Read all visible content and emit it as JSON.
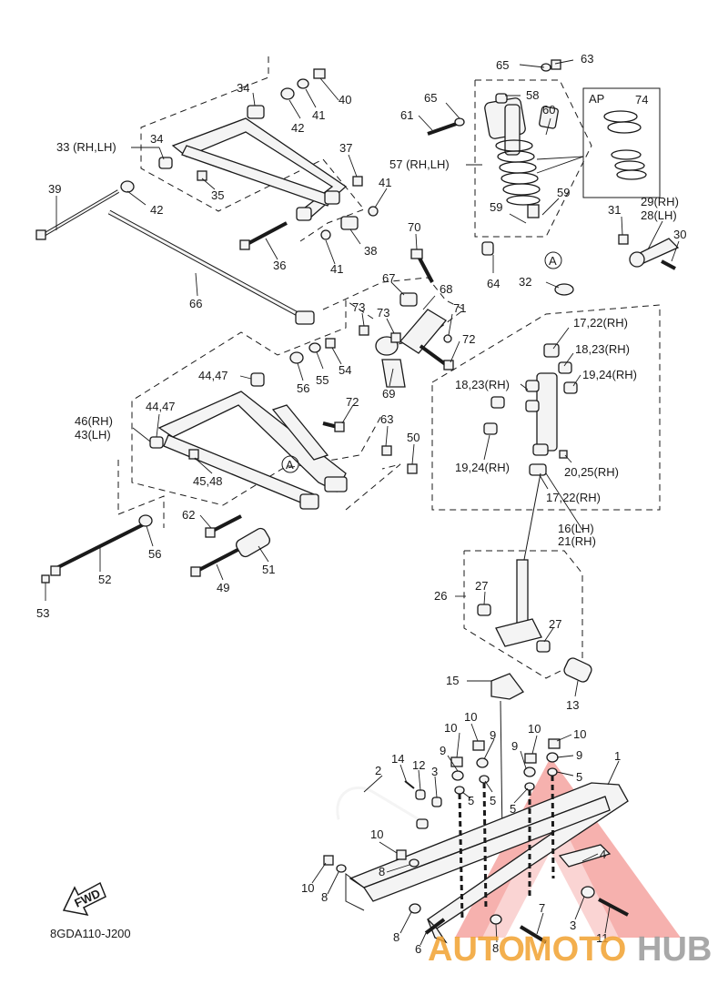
{
  "diagram_code": "8GDA110-J200",
  "fwd_label": "FWD",
  "ap_label": "AP",
  "ref_a": "A",
  "watermark": {
    "auto": "AUTO",
    "moto": "MOTO",
    "hub": "HUB"
  },
  "colors": {
    "watermark_orange": "#F2A230",
    "watermark_grey": "#9A9A9A",
    "watermark_red": "#E8413B"
  },
  "labels": {
    "l65a": "65",
    "l63a": "63",
    "l58": "58",
    "l65b": "65",
    "l61": "61",
    "l60": "60",
    "l74": "74",
    "l57": "57 (RH,LH)",
    "l59a": "59",
    "l59b": "59",
    "l64": "64",
    "l40": "40",
    "l34a": "34",
    "l42a": "42",
    "l41a": "41",
    "l33": "33 (RH,LH)",
    "l34b": "34",
    "l37": "37",
    "l35": "35",
    "l39": "39",
    "l42b": "42",
    "l41b": "41",
    "l38": "38",
    "l41c": "41",
    "l36": "36",
    "l66": "66",
    "l70": "70",
    "l67": "67",
    "l68": "68",
    "l71": "71",
    "l73a": "73",
    "l73b": "73",
    "l72a": "72",
    "l69": "69",
    "l55": "55",
    "l54": "54",
    "l56a": "56",
    "l4447a": "44,47",
    "l4447b": "44,47",
    "l46": "46(RH)",
    "l43": "43(LH)",
    "l72b": "72",
    "l63b": "63",
    "l50": "50",
    "l4548": "45,48",
    "l62": "62",
    "l56b": "56",
    "l52": "52",
    "l53": "53",
    "l49": "49",
    "l51": "51",
    "l31": "31",
    "l29": "29(RH)",
    "l28": "28(LH)",
    "l30": "30",
    "l32": "32",
    "l1722a": "17,22(RH)",
    "l1823a": "18,23(RH)",
    "l1924a": "19,24(RH)",
    "l1823b": "18,23(RH)",
    "l1924b": "19,24(RH)",
    "l2025": "20,25(RH)",
    "l1722b": "17,22(RH)",
    "l16": "16(LH)",
    "l21": "21(RH)",
    "l26": "26",
    "l27a": "27",
    "l27b": "27",
    "l15": "15",
    "l13": "13",
    "l10a": "10",
    "l10b": "10",
    "l10c": "10",
    "l10d": "10",
    "l9a": "9",
    "l9b": "9",
    "l9c": "9",
    "l9d": "9",
    "l14": "14",
    "l12": "12",
    "l3a": "3",
    "l2": "2",
    "l5a": "5",
    "l5b": "5",
    "l5c": "5",
    "l5d": "5",
    "l1": "1",
    "l4": "4",
    "l10e": "10",
    "l8a": "8",
    "l10f": "10",
    "l8b": "8",
    "l8c": "8",
    "l6": "6",
    "l8d": "8",
    "l7": "7",
    "l3b": "3",
    "l11": "11"
  }
}
